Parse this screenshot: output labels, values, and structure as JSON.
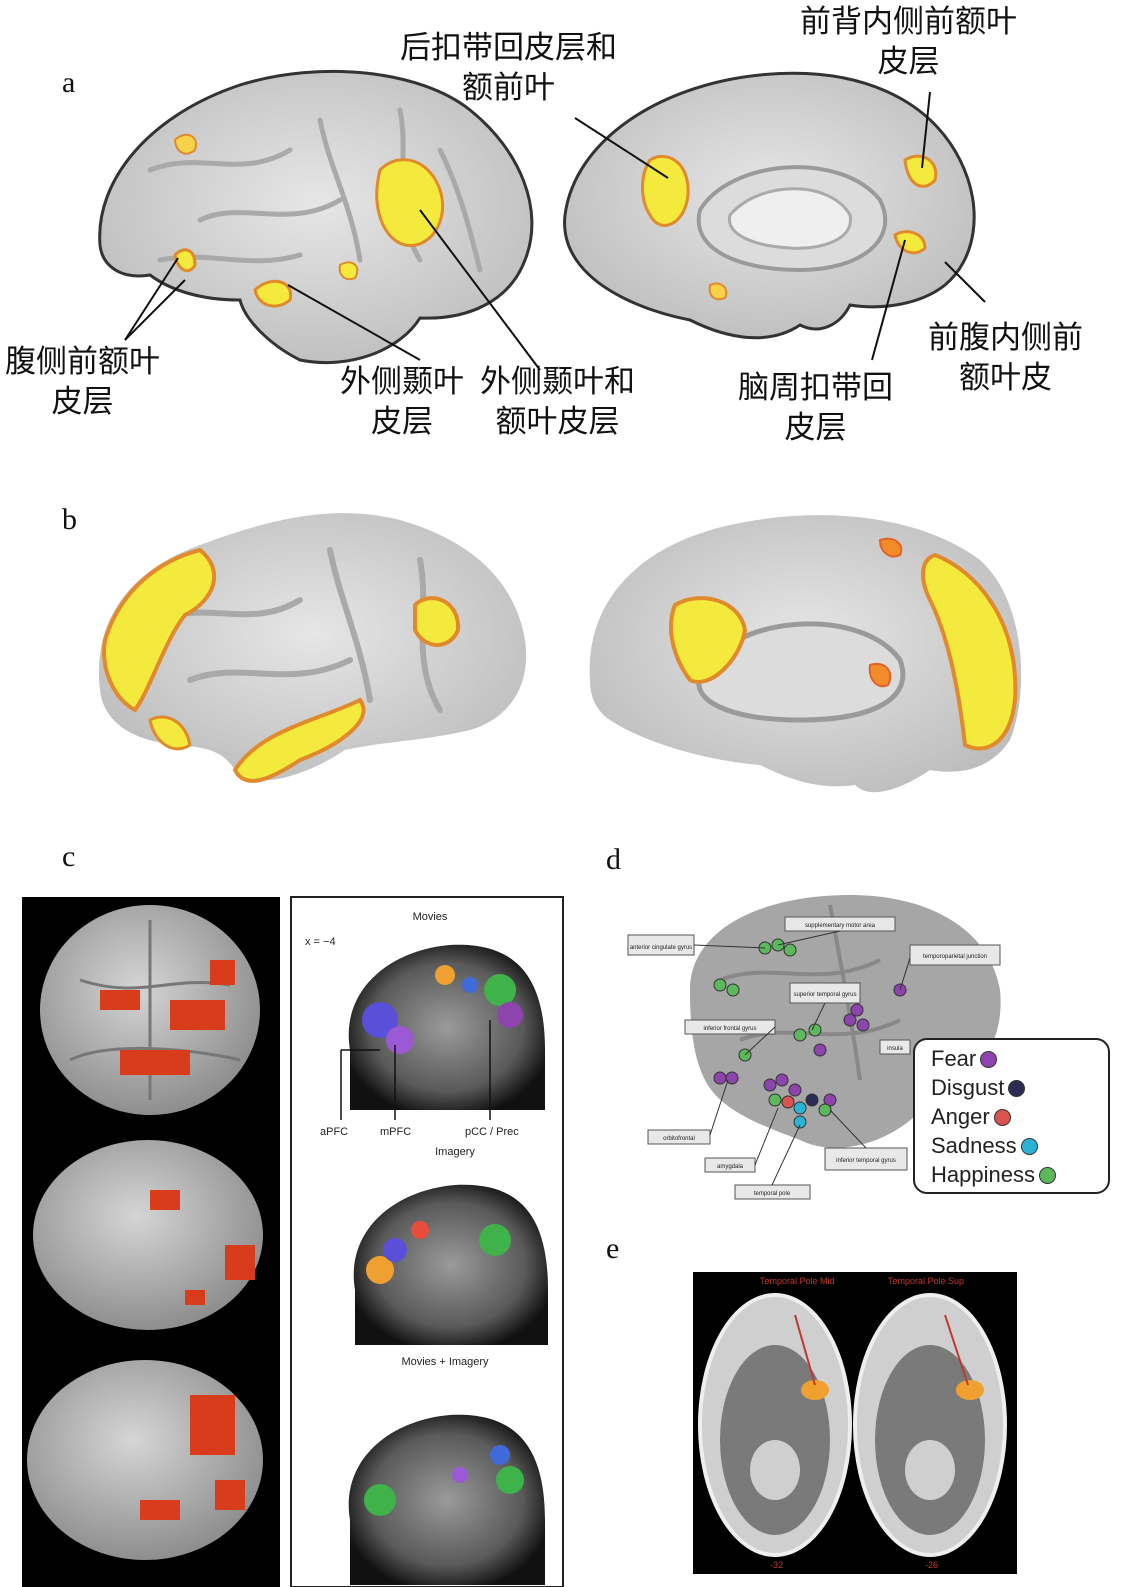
{
  "panels": {
    "a": {
      "letter": "a"
    },
    "b": {
      "letter": "b"
    },
    "c": {
      "letter": "c"
    },
    "d": {
      "letter": "d"
    },
    "e": {
      "letter": "e"
    }
  },
  "labels_a": {
    "pcc_1": "后扣带回皮层和",
    "pcc_2": "额前叶",
    "dmpfc_1": "前背内侧前额叶",
    "dmpfc_2": "皮层",
    "vlpfc_1": "腹侧前额叶",
    "vlpfc_2": "皮层",
    "ltc_1": "外侧颞叶",
    "ltc_2": "皮层",
    "ltpfc_1": "外侧颞叶和",
    "ltpfc_2": "额叶皮层",
    "pacc_1": "脑周扣带回",
    "pacc_2": "皮层",
    "vmpfc_1": "前腹内侧前",
    "vmpfc_2": "额叶皮"
  },
  "panel_c": {
    "title_top": "Movies",
    "coord": "x = −4",
    "label_apfc": "aPFC",
    "label_mpfc": "mPFC",
    "label_pcc": "pCC / Prec",
    "title_mid": "Imagery",
    "title_bottom": "Movies + Imagery"
  },
  "panel_d": {
    "boxes": {
      "acc": "anterior cingulate gyrus",
      "sma": "supplementary motor area",
      "tpj": "temporoparietal junction",
      "stg": "superior temporal gyrus",
      "ifg": "inferior frontal gyrus",
      "insula": "insula",
      "ofc": "orbitofrontal",
      "amygdala": "amygdala",
      "tpole": "temporal pole",
      "itg": "inferior temporal gyrus"
    },
    "legend": [
      {
        "label": "Fear",
        "color": "#8e44ad"
      },
      {
        "label": "Disgust",
        "color": "#2c2c54"
      },
      {
        "label": "Anger",
        "color": "#d9534f"
      },
      {
        "label": "Sadness",
        "color": "#2bb3d6"
      },
      {
        "label": "Happiness",
        "color": "#5cb85c"
      }
    ]
  },
  "panel_e": {
    "label_left": "Temporal Pole Mid",
    "label_right": "Temporal Pole Sup",
    "slice_left": "-32",
    "slice_right": "-26"
  }
}
